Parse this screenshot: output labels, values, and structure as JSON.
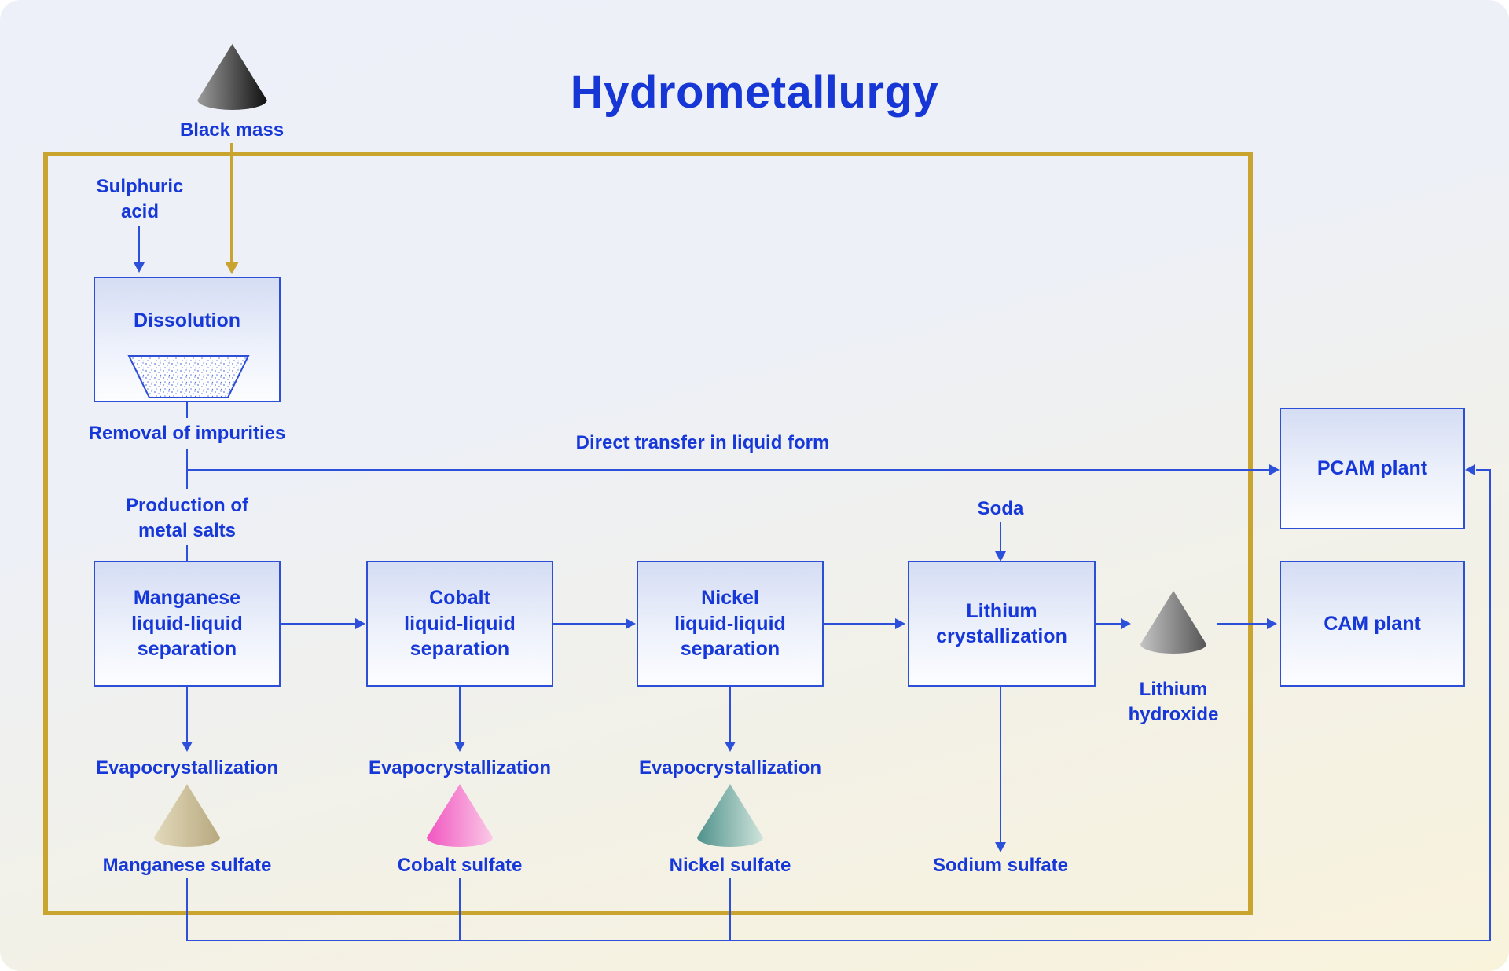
{
  "title": "Hydrometallurgy",
  "labels": {
    "black_mass": "Black mass",
    "sulphuric_acid": "Sulphuric\nacid",
    "dissolution": "Dissolution",
    "removal_of_impurities": "Removal of impurities",
    "direct_transfer": "Direct transfer in liquid form",
    "production_metal_salts": "Production of\nmetal salts",
    "manganese_separation": "Manganese\nliquid-liquid\nseparation",
    "cobalt_separation": "Cobalt\nliquid-liquid\nseparation",
    "nickel_separation": "Nickel\nliquid-liquid\nseparation",
    "lithium_crystallization": "Lithium\ncrystallization",
    "soda": "Soda",
    "lithium_hydroxide": "Lithium\nhydroxide",
    "pcam_plant": "PCAM plant",
    "cam_plant": "CAM plant",
    "evapocrystallization_mn": "Evapocrystallization",
    "evapocrystallization_co": "Evapocrystallization",
    "evapocrystallization_ni": "Evapocrystallization",
    "manganese_sulfate": "Manganese sulfate",
    "cobalt_sulfate": "Cobalt sulfate",
    "nickel_sulfate": "Nickel sulfate",
    "sodium_sulfate": "Sodium sulfate"
  },
  "colors": {
    "text_blue": "#1738d8",
    "line_blue": "#2c50d9",
    "gold": "#c9a42e",
    "cone_black_mass": [
      "#9c9c9c",
      "#101010"
    ],
    "cone_lithium_hydroxide": [
      "#c4c4c4",
      "#555555"
    ],
    "cone_manganese": [
      "#e3dabc",
      "#b7a87e"
    ],
    "cone_cobalt": [
      "#f155c1",
      "#fac9e6"
    ],
    "cone_nickel": [
      "#4f928c",
      "#cfe4db"
    ]
  }
}
